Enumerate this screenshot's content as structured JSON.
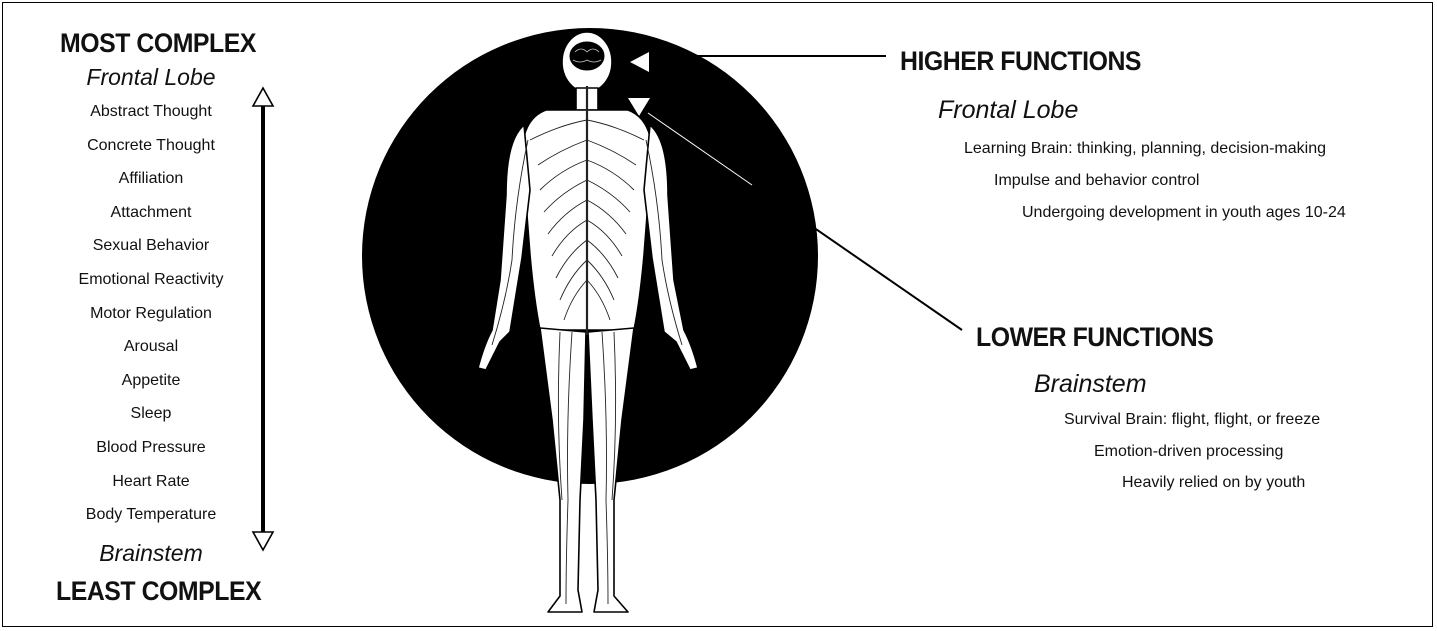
{
  "left_scale": {
    "top_heading": "MOST COMPLEX",
    "top_region": "Frontal Lobe",
    "items": [
      "Abstract Thought",
      "Concrete Thought",
      "Affiliation",
      "Attachment",
      "Sexual Behavior",
      "Emotional Reactivity",
      "Motor Regulation",
      "Arousal",
      "Appetite",
      "Sleep",
      "Blood Pressure",
      "Heart Rate",
      "Body Temperature"
    ],
    "bottom_region": "Brainstem",
    "bottom_heading": "LEAST COMPLEX"
  },
  "higher": {
    "heading": "HIGHER FUNCTIONS",
    "region": "Frontal Lobe",
    "lines": [
      "Learning Brain: thinking, planning, decision-making",
      "Impulse and behavior control",
      "Undergoing development in youth ages 10-24"
    ]
  },
  "lower": {
    "heading": "LOWER FUNCTIONS",
    "region": "Brainstem",
    "lines": [
      "Survival Brain: flight, flight, or freeze",
      "Emotion-driven processing",
      "Heavily relied on by youth"
    ]
  }
}
